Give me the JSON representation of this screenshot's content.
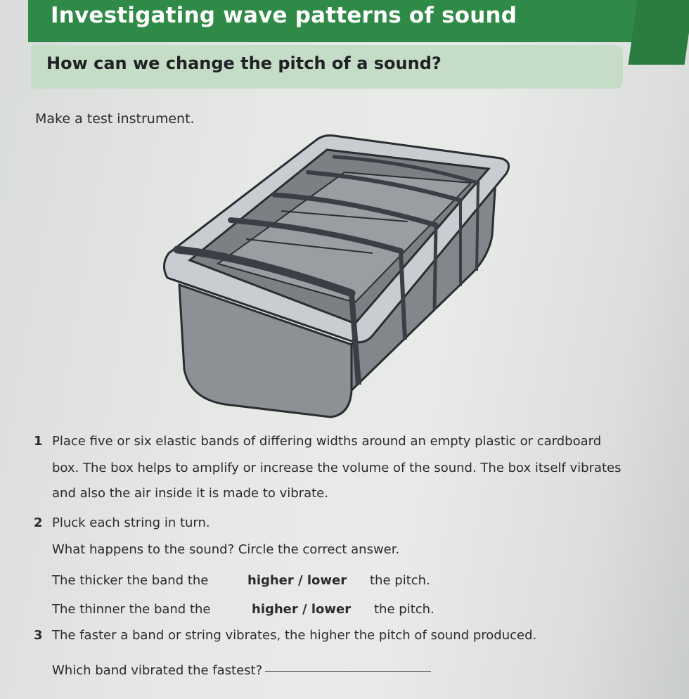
{
  "header": {
    "title": "Investigating wave patterns of sound",
    "question": "How can we change the pitch of a sound?"
  },
  "intro": "Make a test instrument.",
  "steps": [
    {
      "number": "1",
      "lines": [
        "Place five or six elastic bands of differing widths around an empty plastic or cardboard",
        "box. The box helps to amplify or increase the volume of the sound. The box itself vibrates",
        "and also the air inside it is made to vibrate."
      ]
    },
    {
      "number": "2",
      "text": "Pluck each string in turn.",
      "prompt": "What happens to the sound? Circle the correct answer.",
      "choices": [
        {
          "before": "The thicker the band the",
          "options": "higher / lower",
          "after": "the pitch."
        },
        {
          "before": "The thinner the band the",
          "options": "higher / lower",
          "after": "the pitch."
        }
      ]
    },
    {
      "number": "3",
      "text": "The faster a band or string vibrates, the higher the pitch of sound produced.",
      "prompt": "Which band vibrated the fastest?"
    }
  ],
  "colors": {
    "header_green": "#2f8a47",
    "question_band": "#c5ddc7",
    "box_body": "#8d9196",
    "box_rim": "#c9cdd1",
    "band": "#3b3f45"
  },
  "illustration": "rubber-band-box-instrument"
}
